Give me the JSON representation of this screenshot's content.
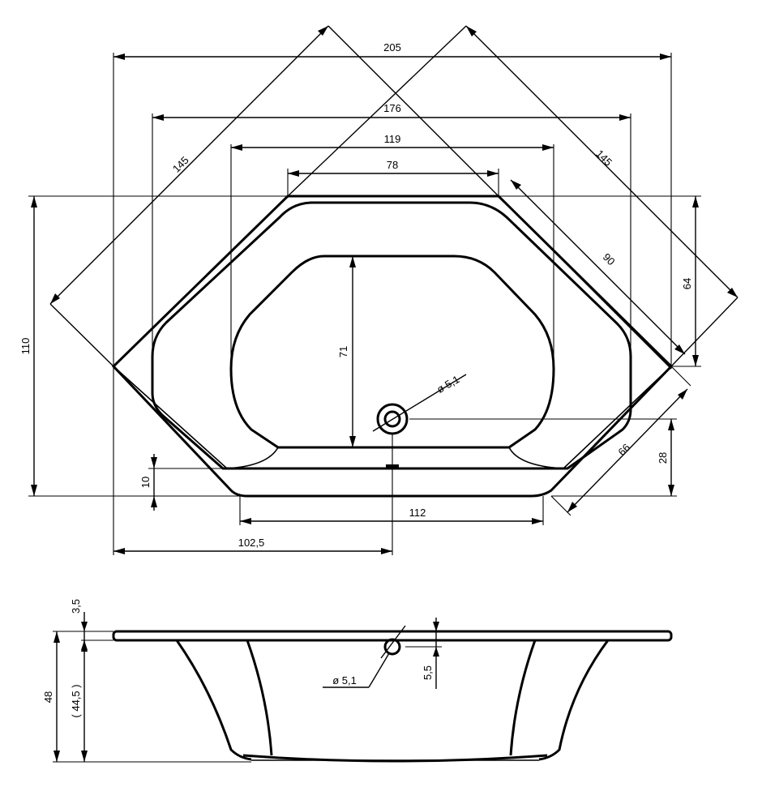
{
  "top_view": {
    "dims": {
      "overall_width": "205",
      "width_176": "176",
      "width_119": "119",
      "width_78": "78",
      "diag_left": "145",
      "diag_right": "145",
      "edge_90": "90",
      "height_64": "64",
      "height_110": "110",
      "depth_71": "71",
      "drain_dia": "ø 5,1",
      "edge_66": "66",
      "height_28": "28",
      "offset_10": "10",
      "bottom_112": "112",
      "drain_offset": "102,5"
    }
  },
  "side_view": {
    "dims": {
      "rim_3_5": "3,5",
      "height_48": "48",
      "height_44_5": "( 44,5 )",
      "overflow_5_5": "5,5",
      "overflow_dia": "ø 5,1"
    }
  }
}
